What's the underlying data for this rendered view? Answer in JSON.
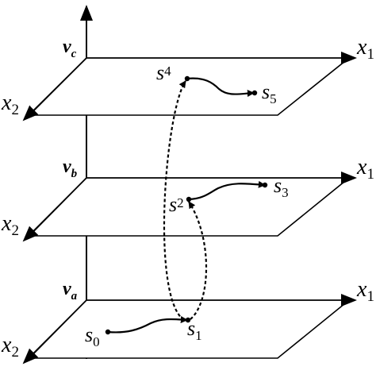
{
  "diagram": {
    "axes": {
      "x1": {
        "base": "x",
        "sub": "1"
      },
      "x2": {
        "base": "x",
        "sub": "2"
      }
    },
    "levels": [
      {
        "id": "a",
        "label_base": "v",
        "label_sub": "a"
      },
      {
        "id": "b",
        "label_base": "v",
        "label_sub": "b"
      },
      {
        "id": "c",
        "label_base": "v",
        "label_sub": "c"
      }
    ],
    "states": [
      {
        "id": "s0",
        "base": "s",
        "sub": "0"
      },
      {
        "id": "s1",
        "base": "s",
        "sub": "1"
      },
      {
        "id": "s2",
        "base": "s",
        "sub": "2"
      },
      {
        "id": "s3",
        "base": "s",
        "sub": "3"
      },
      {
        "id": "s4",
        "base": "s",
        "sub": "4"
      },
      {
        "id": "s5",
        "base": "s",
        "sub": "5"
      }
    ]
  }
}
